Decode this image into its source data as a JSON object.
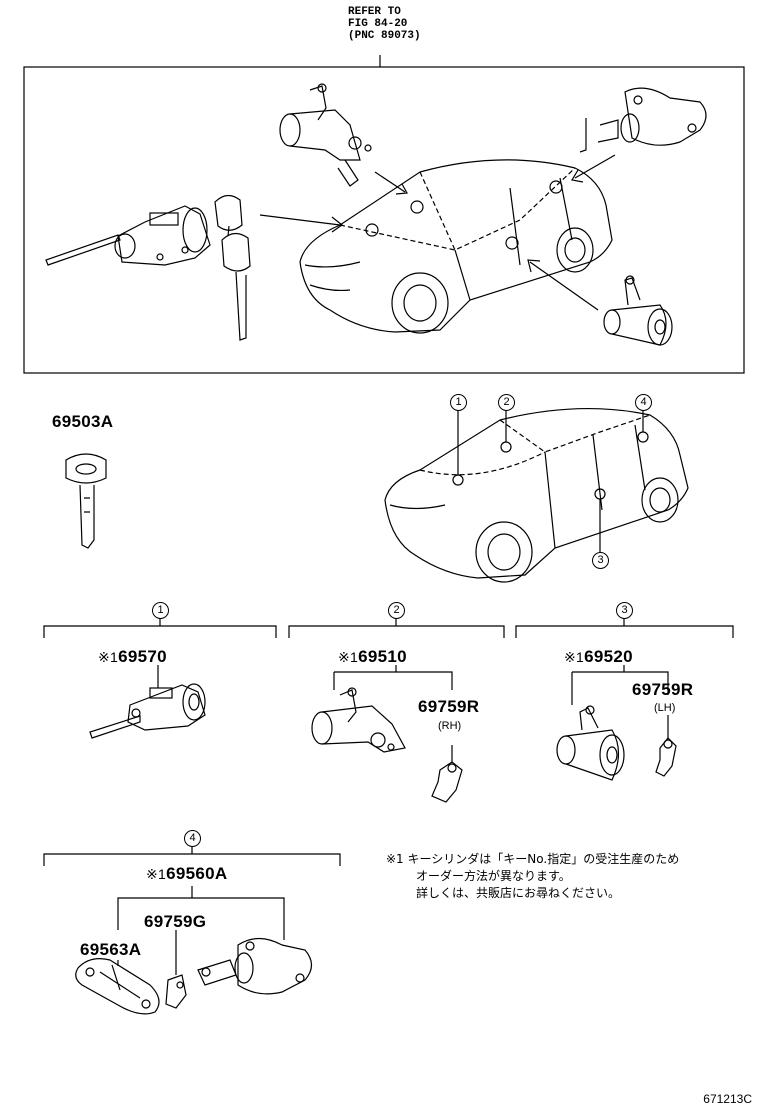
{
  "refer": {
    "line1": "REFER TO",
    "line2": "FIG 84-20",
    "line3": "(PNC 89073)"
  },
  "parts": {
    "key": "69503A",
    "ignition": "69570",
    "door_front_lh": "69510",
    "door_rh": "69520",
    "lever_rh": "69759R",
    "lever_rh_side": "(RH)",
    "lever_lh": "69759R",
    "lever_lh_side": "(LH)",
    "luggage": "69560A",
    "luggage_lever": "69759G",
    "luggage_plate": "69563A"
  },
  "mark": "※1",
  "callouts": {
    "c1": "1",
    "c2": "2",
    "c3": "3",
    "c4": "4"
  },
  "sections": {
    "s1": "1",
    "s2": "2",
    "s3": "3",
    "s4": "4"
  },
  "note": {
    "mark": "※1",
    "line1": "キーシリンダは「キーNo.指定」の受注生産のため",
    "line2": "オーダー方法が異なります。",
    "line3": "詳しくは、共販店にお尋ねください。"
  },
  "figure_code": "671213C"
}
